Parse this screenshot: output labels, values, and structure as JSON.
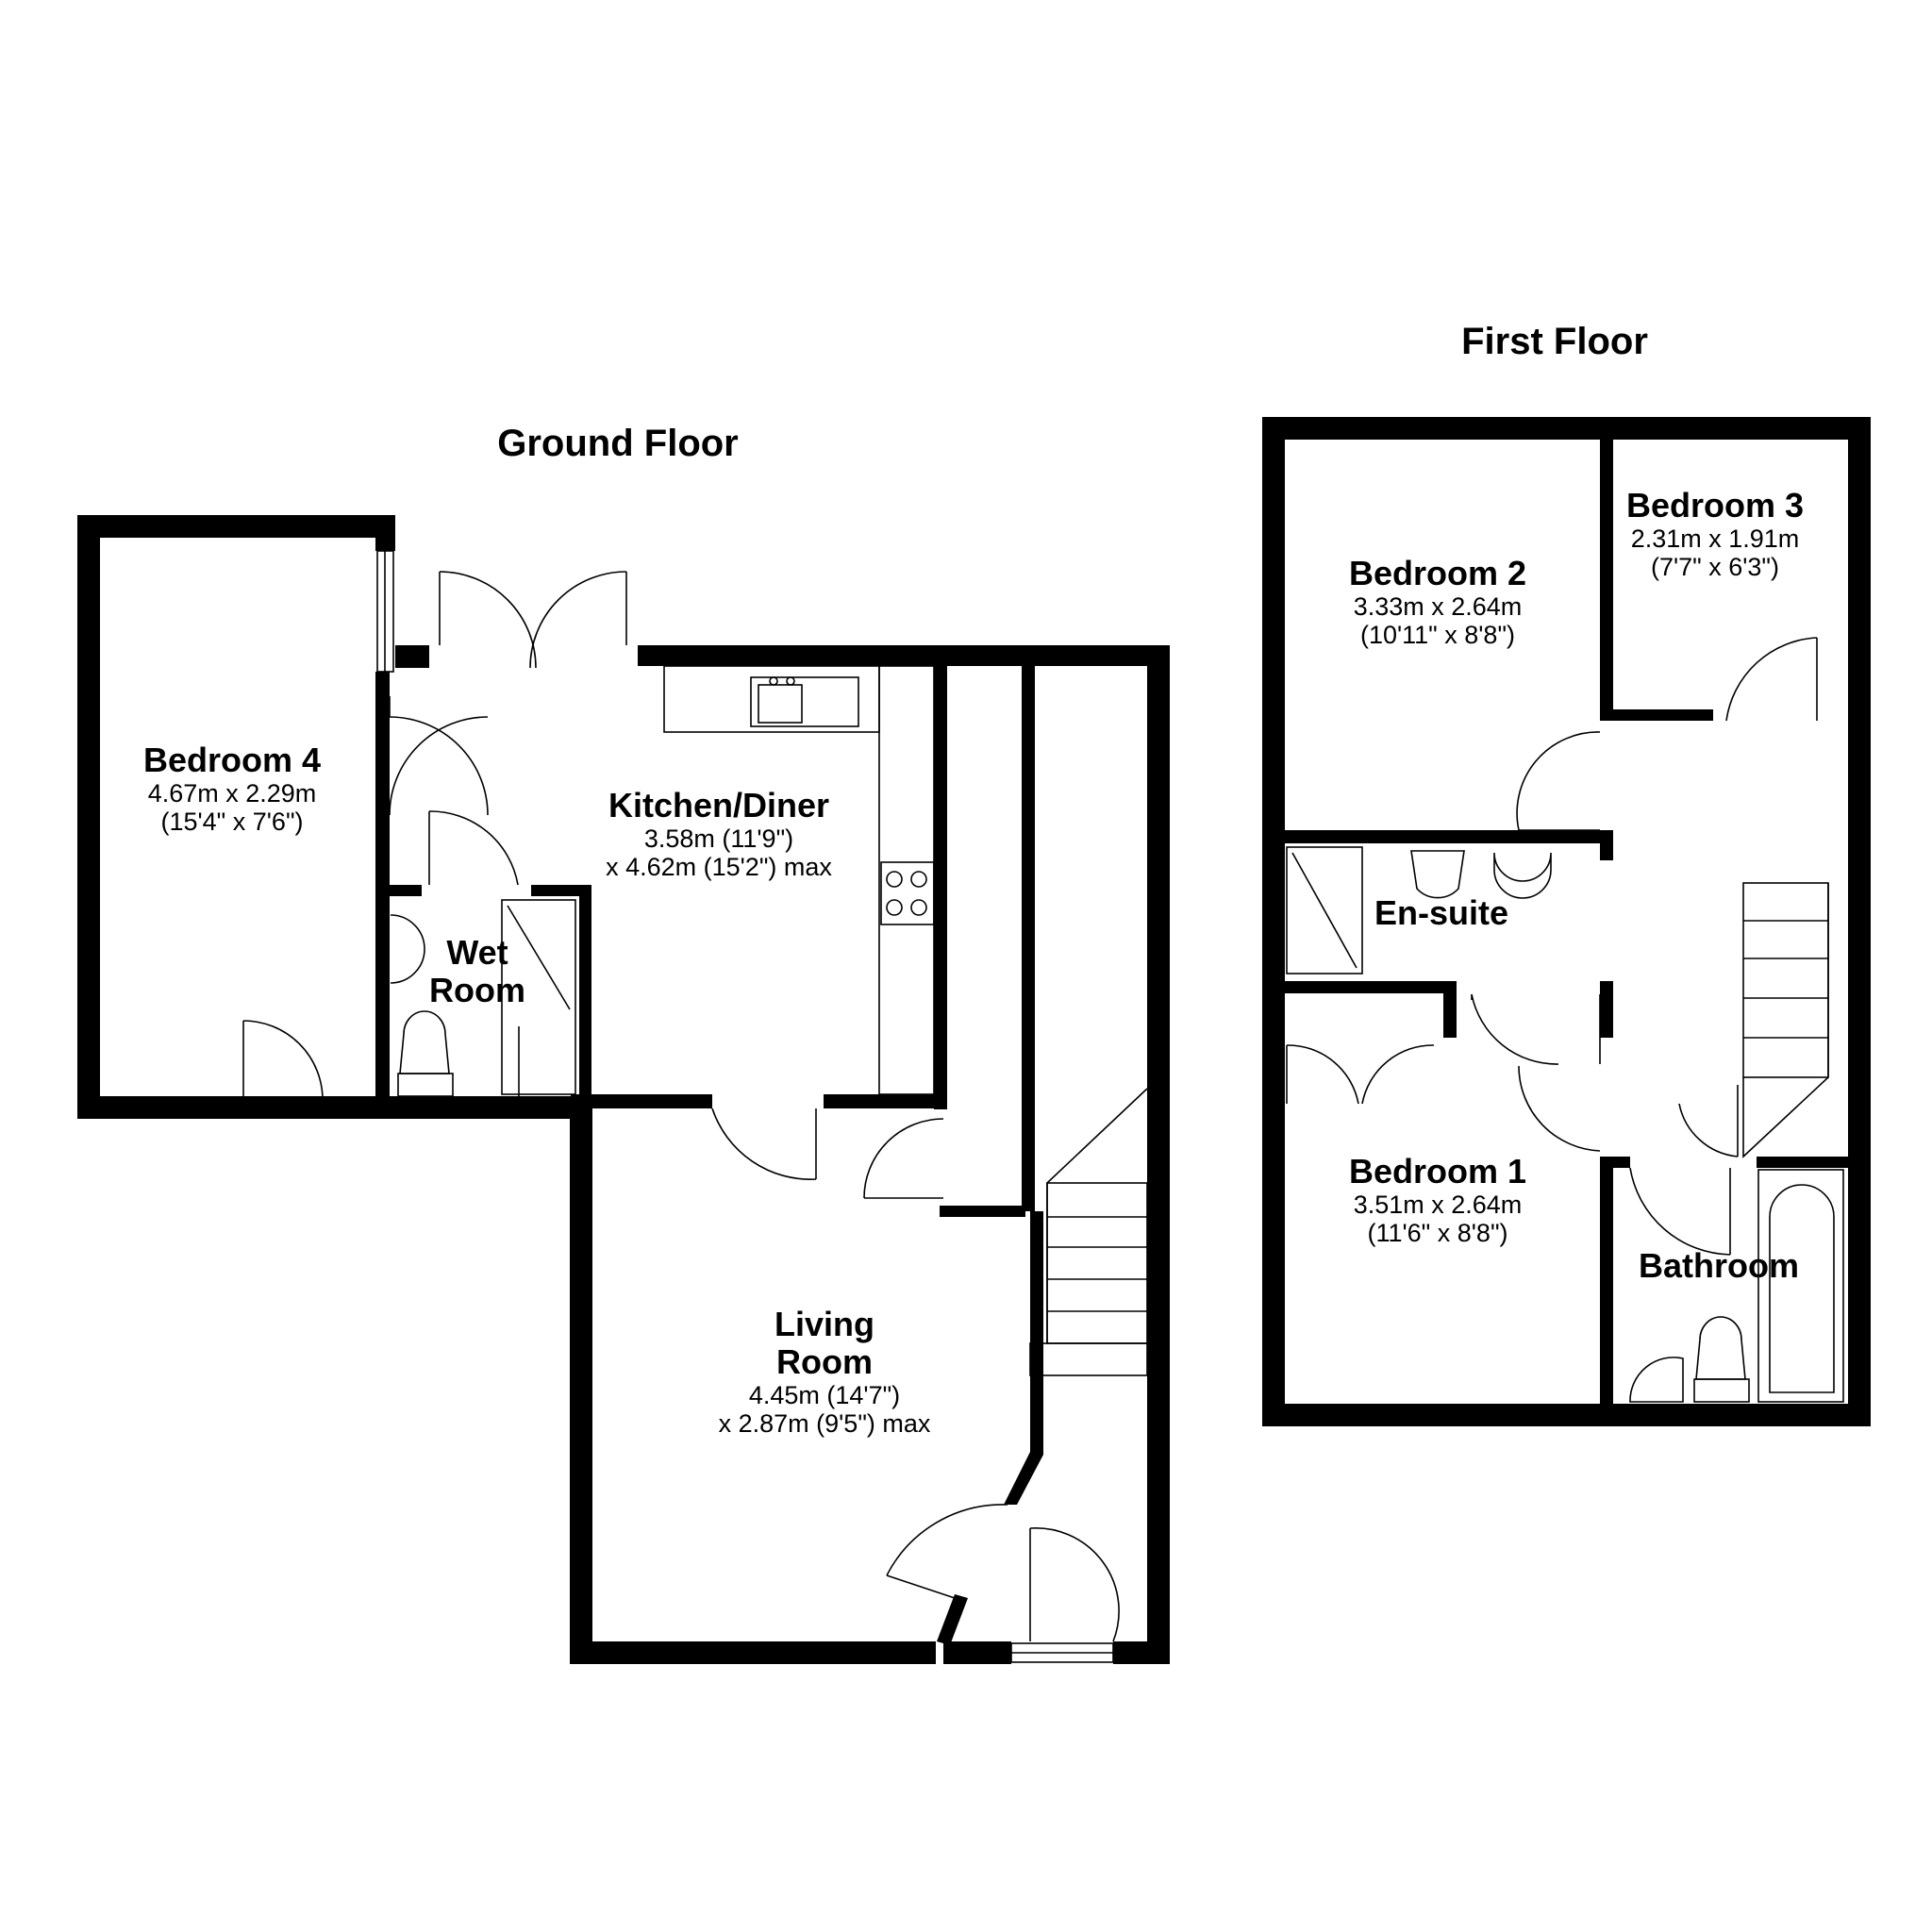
{
  "floors": {
    "ground": {
      "title": "Ground Floor"
    },
    "first": {
      "title": "First Floor"
    }
  },
  "rooms": {
    "bedroom4": {
      "name": "Bedroom 4",
      "dim1": "4.67m x 2.29m",
      "dim2": "(15'4\" x 7'6\")"
    },
    "kitchen": {
      "name": "Kitchen/Diner",
      "dim1": "3.58m (11'9\")",
      "dim2": "x 4.62m (15'2\") max"
    },
    "wet_room": {
      "name1": "Wet",
      "name2": "Room"
    },
    "living": {
      "name1": "Living",
      "name2": "Room",
      "dim1": "4.45m (14'7\")",
      "dim2": "x 2.87m (9'5\") max"
    },
    "bedroom2": {
      "name": "Bedroom 2",
      "dim1": "3.33m x 2.64m",
      "dim2": "(10'11\" x 8'8\")"
    },
    "bedroom3": {
      "name": "Bedroom 3",
      "dim1": "2.31m x 1.91m",
      "dim2": "(7'7\" x 6'3\")"
    },
    "ensuite": {
      "name": "En-suite"
    },
    "bedroom1": {
      "name": "Bedroom 1",
      "dim1": "3.51m x 2.64m",
      "dim2": "(11'6\" x 8'8\")"
    },
    "bathroom": {
      "name": "Bathroom"
    }
  }
}
